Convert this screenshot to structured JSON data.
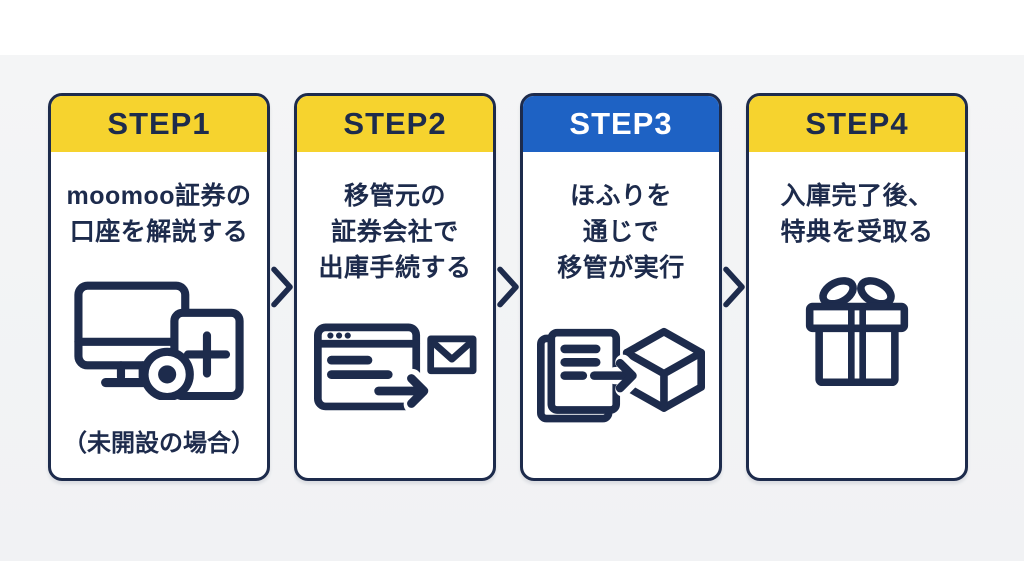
{
  "diagram": {
    "kind": "process-flow",
    "colors": {
      "navy": "#1d2b4c",
      "yellow_header": "#f6d32e",
      "blue_header": "#1e62c4",
      "header_text_on_yellow": "#1d2b4c",
      "header_text_on_blue": "#ffffff",
      "page_background_top": "#ffffff",
      "page_background_bottom": "#f3f4f6",
      "card_background": "#ffffff"
    },
    "arrow_icon": "chevron-right-icon",
    "steps": [
      {
        "label": "STEP1",
        "header_style": "yellow",
        "lines": [
          "moomoo証券の",
          "口座を解説する"
        ],
        "note": "（未開設の場合）",
        "icon": "devices-add-icon"
      },
      {
        "label": "STEP2",
        "header_style": "yellow",
        "lines": [
          "移管元の",
          "証券会社で",
          "出庫手続する"
        ],
        "icon": "browser-to-mail-icon"
      },
      {
        "label": "STEP3",
        "header_style": "blue",
        "lines": [
          "ほふりを",
          "通じで",
          "移管が実行"
        ],
        "icon": "document-to-box-icon"
      },
      {
        "label": "STEP4",
        "header_style": "yellow",
        "lines": [
          "入庫完了後、",
          "特典を受取る"
        ],
        "icon": "gift-icon"
      }
    ]
  }
}
